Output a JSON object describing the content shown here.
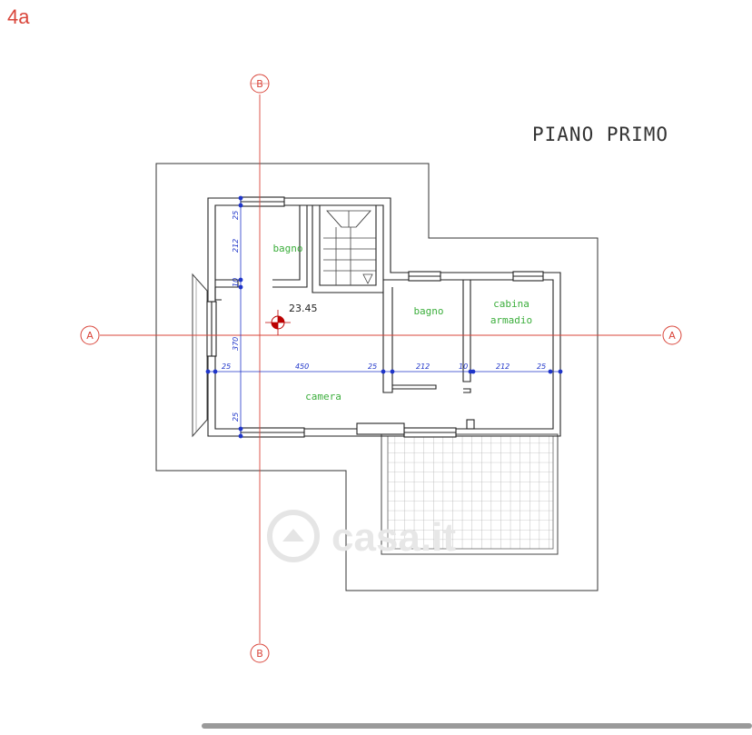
{
  "page_label": "4a",
  "plan_title": "PIANO PRIMO",
  "rooms": [
    {
      "id": "bagno-1",
      "label": "bagno"
    },
    {
      "id": "bagno-2",
      "label": "bagno"
    },
    {
      "id": "cabina",
      "label_line1": "cabina",
      "label_line2": "armadio"
    },
    {
      "id": "camera",
      "label": "camera"
    }
  ],
  "elevation": "23.45",
  "section_markers": {
    "a": "A",
    "b": "B"
  },
  "dimensions": {
    "horizontal": [
      "25",
      "450",
      "25",
      "212",
      "10",
      "212",
      "25"
    ],
    "vertical": [
      "25",
      "212",
      "10",
      "370",
      "25"
    ]
  },
  "watermark": "casa.it",
  "colors": {
    "axis": "#d9453a",
    "dimension": "#1f35c9",
    "room_label": "#3cae3c",
    "wall": "#222222"
  }
}
